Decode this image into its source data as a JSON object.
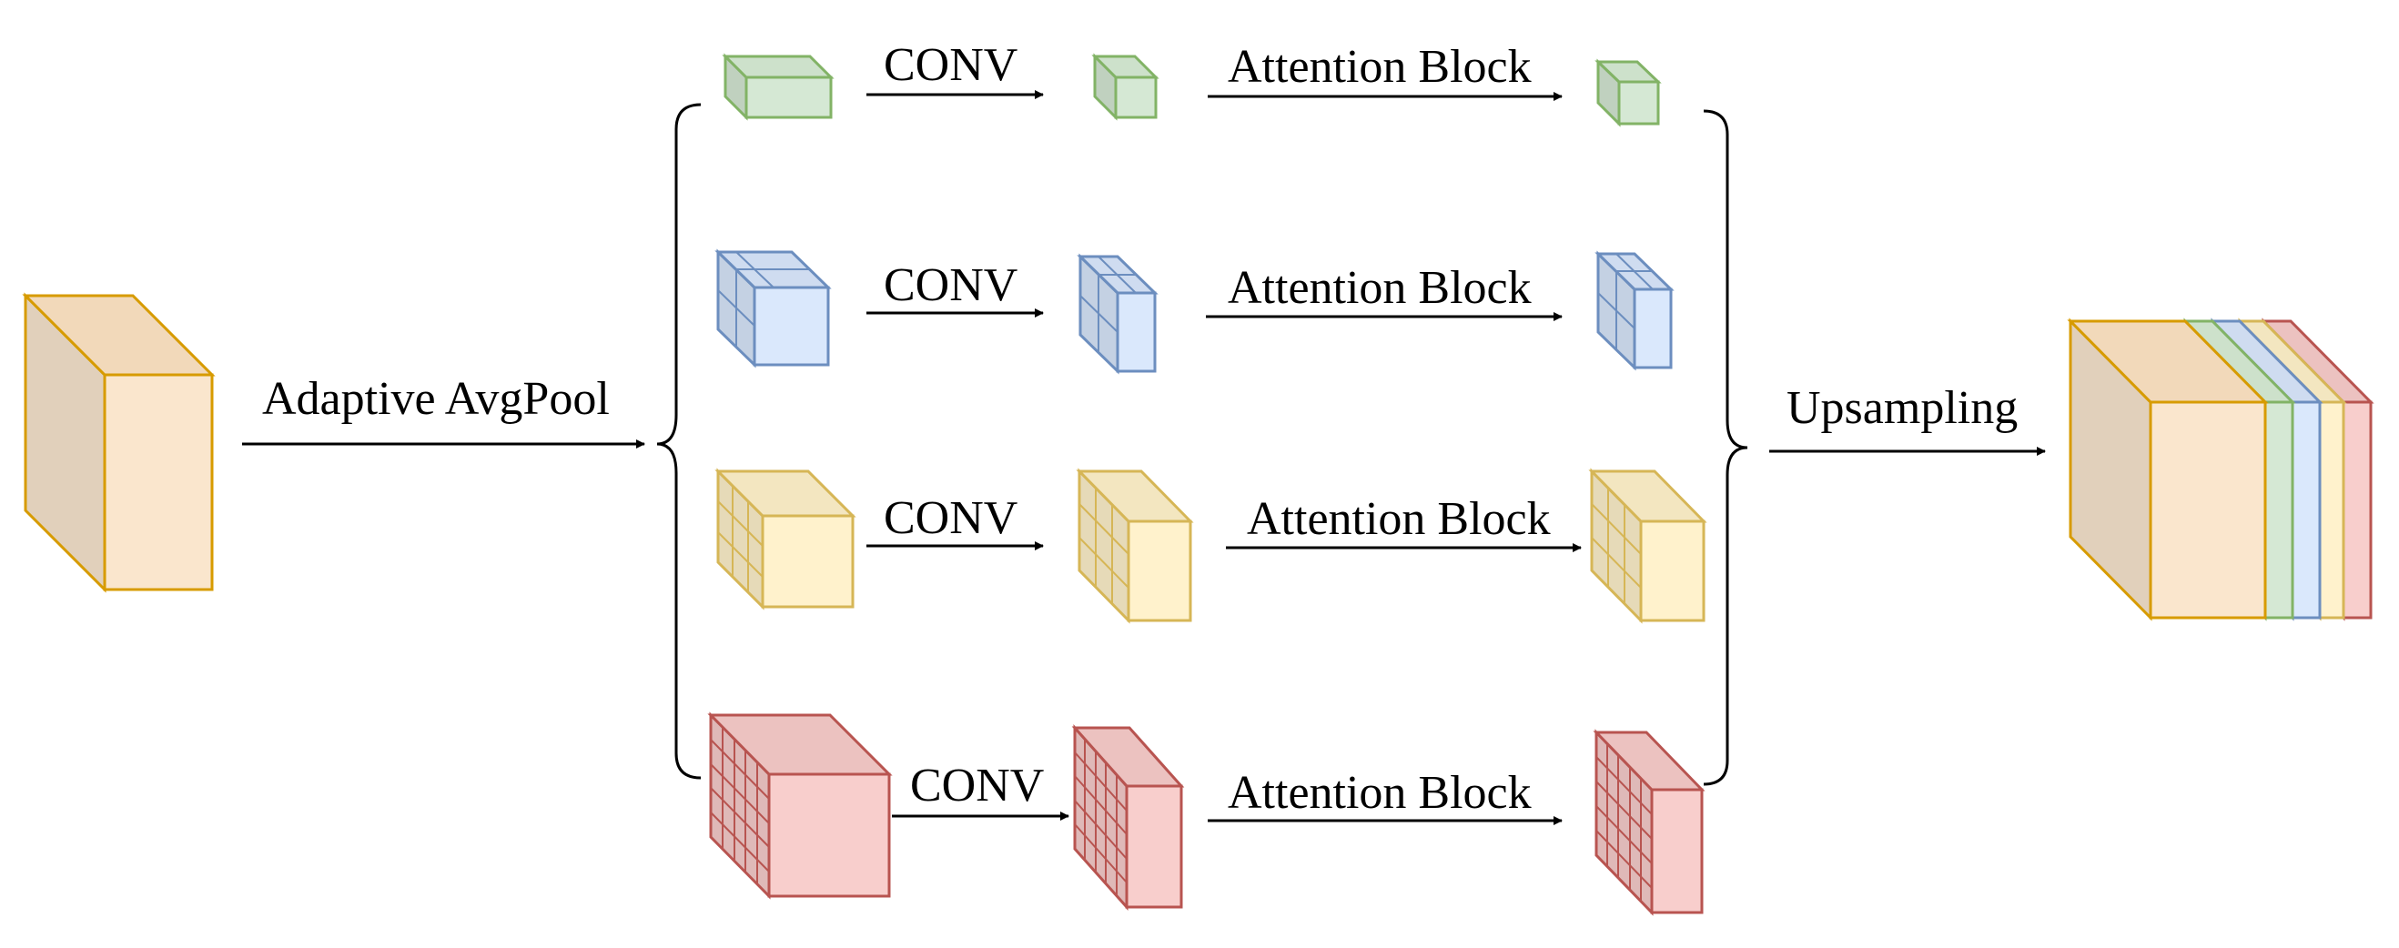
{
  "labels": {
    "adaptive_avgpool": "Adaptive AvgPool",
    "upsampling": "Upsampling"
  },
  "branches": [
    {
      "key": "green",
      "conv_label": "CONV",
      "attention_label": "Attention Block"
    },
    {
      "key": "blue",
      "conv_label": "CONV",
      "attention_label": "Attention Block"
    },
    {
      "key": "yellow",
      "conv_label": "CONV",
      "attention_label": "Attention Block"
    },
    {
      "key": "red",
      "conv_label": "CONV",
      "attention_label": "Attention Block"
    }
  ],
  "colors": {
    "input": {
      "stroke": "#d79b00",
      "front": "#fae6cd",
      "side": "#e1d0bb",
      "top": "#f2d9ba"
    },
    "green": {
      "stroke": "#82b366",
      "front": "#d5e8d4",
      "side": "#c0d1bf",
      "top": "#cde1cb"
    },
    "blue": {
      "stroke": "#6c8ebf",
      "front": "#dae8fc",
      "side": "#c4d1e3",
      "top": "#cfdcf0"
    },
    "yellow": {
      "stroke": "#d6b656",
      "front": "#fff2cc",
      "side": "#e6dab8",
      "top": "#f3e6c0"
    },
    "red": {
      "stroke": "#b85450",
      "front": "#f8cecc",
      "side": "#dfb9b8",
      "top": "#ecc2c0"
    },
    "line": "#000000"
  }
}
